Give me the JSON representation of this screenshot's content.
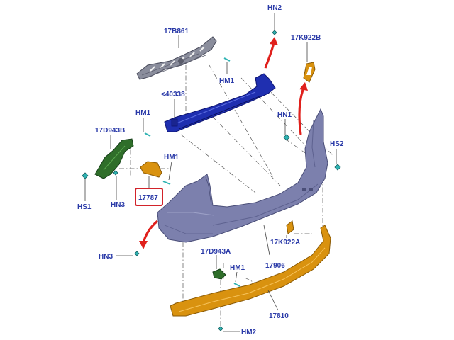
{
  "labels": {
    "hn2_top": "HN2",
    "b17b861": "17B861",
    "k17k922b": "17K922B",
    "hm1_reinf": "HM1",
    "n40338": "<40338",
    "hm1_left": "HM1",
    "hn1_right": "HN1",
    "d17d943b": "17D943B",
    "hs2": "HS2",
    "hm1_mid": "HM1",
    "n17787": "17787",
    "hs1": "HS1",
    "hn3_left": "HN3",
    "k17k922a": "17K922A",
    "hn3_bottom": "HN3",
    "d17d943a": "17D943A",
    "hm1_lower": "HM1",
    "n17906": "17906",
    "n17810": "17810",
    "hm2": "HM2"
  },
  "colors": {
    "label": "#2a3aa8",
    "highlight_box": "#d2232a",
    "arrow": "#e0201c",
    "bumper": "#7c80ad",
    "reinforcement": "#1f2fb0",
    "absorber": "#8a8d9c",
    "bracket_left": "#2f6e2a",
    "bracket_orange": "#d9920f",
    "fastener": "#2fb3b3"
  },
  "icons": [
    "red-curved-arrow",
    "fastener-clip"
  ]
}
